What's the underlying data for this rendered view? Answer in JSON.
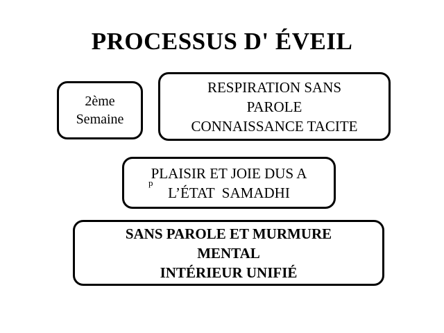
{
  "slide": {
    "title": "PROCESSUS D' ÉVEIL",
    "background_color": "#ffffff",
    "text_color": "#000000",
    "border_color": "#000000"
  },
  "boxes": {
    "week": {
      "lines": [
        "2ème",
        "Semaine"
      ]
    },
    "respiration": {
      "lines": [
        "RESPIRATION SANS",
        "PAROLE",
        "CONNAISSANCE TACITE"
      ]
    },
    "plaisir": {
      "lines": [
        "PLAISIR ET JOIE DUS A",
        "L’ÉTAT  SAMADHI"
      ],
      "artifact": "p"
    },
    "murmure": {
      "lines": [
        "SANS PAROLE ET MURMURE",
        "MENTAL",
        "INTÉRIEUR UNIFIÉ"
      ]
    }
  }
}
